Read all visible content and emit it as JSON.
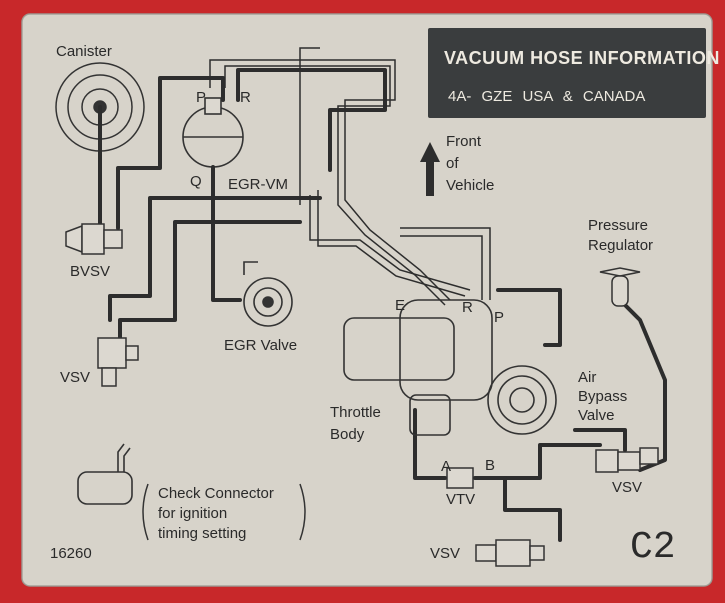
{
  "header": {
    "title": "VACUUM HOSE INFORMATION",
    "subtitle": "4A- GZE    USA & CANADA"
  },
  "labels": {
    "canister": "Canister",
    "p": "P",
    "r_top": "R",
    "q": "Q",
    "egr_vm": "EGR-VM",
    "front_1": "Front",
    "front_2": "of",
    "front_3": "Vehicle",
    "bvsv": "BVSV",
    "pressure_1": "Pressure",
    "pressure_2": "Regulator",
    "egr_valve": "EGR Valve",
    "e": "E",
    "r_mid": "R",
    "p_mid": "P",
    "vsv_left": "VSV",
    "air_1": "Air",
    "air_2": "Bypass",
    "air_3": "Valve",
    "throttle_1": "Throttle",
    "throttle_2": "Body",
    "a": "A",
    "b": "B",
    "vtv": "VTV",
    "vsv_right": "VSV",
    "check_1": "Check Connector",
    "check_2": "for ignition",
    "check_3": "timing setting",
    "part_no": "16260",
    "vsv_bottom": "VSV",
    "code": "C2"
  }
}
